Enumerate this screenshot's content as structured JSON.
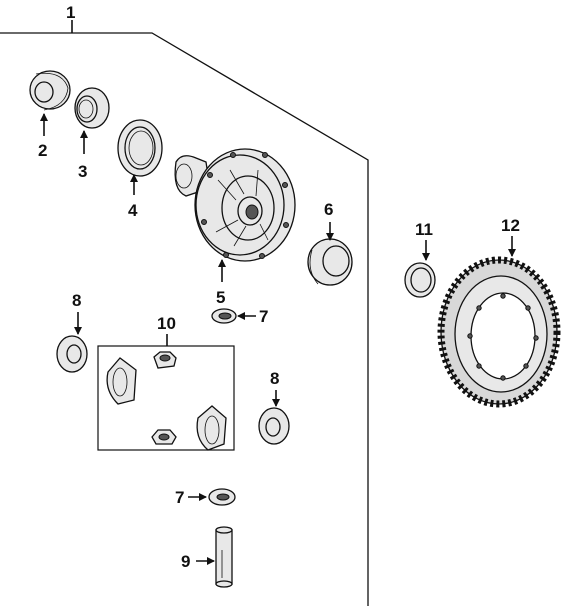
{
  "callouts": {
    "c1": "1",
    "c2": "2",
    "c3": "3",
    "c4": "4",
    "c5": "5",
    "c6": "6",
    "c7a": "7",
    "c7b": "7",
    "c8a": "8",
    "c8b": "8",
    "c9": "9",
    "c10": "10",
    "c11": "11",
    "c12": "12"
  }
}
